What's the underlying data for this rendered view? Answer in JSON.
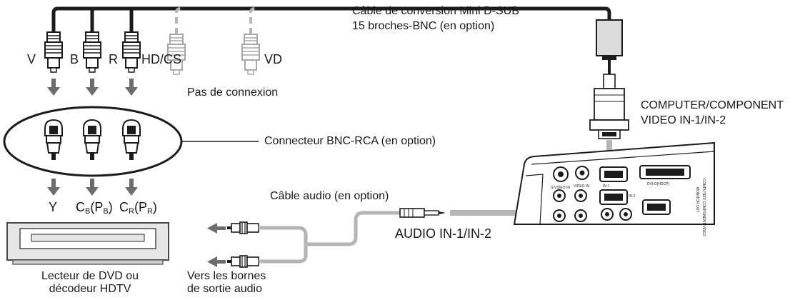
{
  "labels": {
    "cable_line1": "Câble de conversion Mini D-SUB",
    "cable_line2": "15 broches-BNC (en option)",
    "plug_v": "V",
    "plug_b": "B",
    "plug_r": "R",
    "plug_hdcs": "HD/CS",
    "plug_vd": "VD",
    "no_connection": "Pas de connexion",
    "computer_line1": "COMPUTER/COMPONENT",
    "computer_line2": "VIDEO IN-1/IN-2",
    "bnc_rca": "Connecteur BNC-RCA (en option)",
    "audio_cable": "Câble audio (en option)",
    "out_y": "Y",
    "out_cb_main": "C",
    "out_cb_sub": "B",
    "out_cb_paren": "(P",
    "out_cb_paren_sub": "B",
    "out_cb_close": ")",
    "out_cr_main": "C",
    "out_cr_sub": "R",
    "out_cr_paren": "(P",
    "out_cr_paren_sub": "R",
    "out_cr_close": ")",
    "audio_in": "AUDIO IN-1/IN-2",
    "dvd_line1": "Lecteur de DVD ou",
    "dvd_line2": "décodeur HDTV",
    "audio_out_line1": "Vers les bornes",
    "audio_out_line2": "de sortie audio"
  },
  "panel_labels": {
    "svideo": "S-VIDEO IN",
    "video": "VIDEO IN",
    "dvi": "DVI-D(HDCP)",
    "in1": "IN-1",
    "in2": "IN-2",
    "monitor": "MONITOR OUT",
    "computer_vertical": "COMPUTER/ COMPONENT VIDEO"
  },
  "colors": {
    "cable_dark": "#1c1c1c",
    "cable_gray": "#b5b5b5",
    "arrow_gray": "#6d6d6d",
    "device_fill": "#e6e6e6",
    "device_stroke": "#4a4a4a"
  }
}
